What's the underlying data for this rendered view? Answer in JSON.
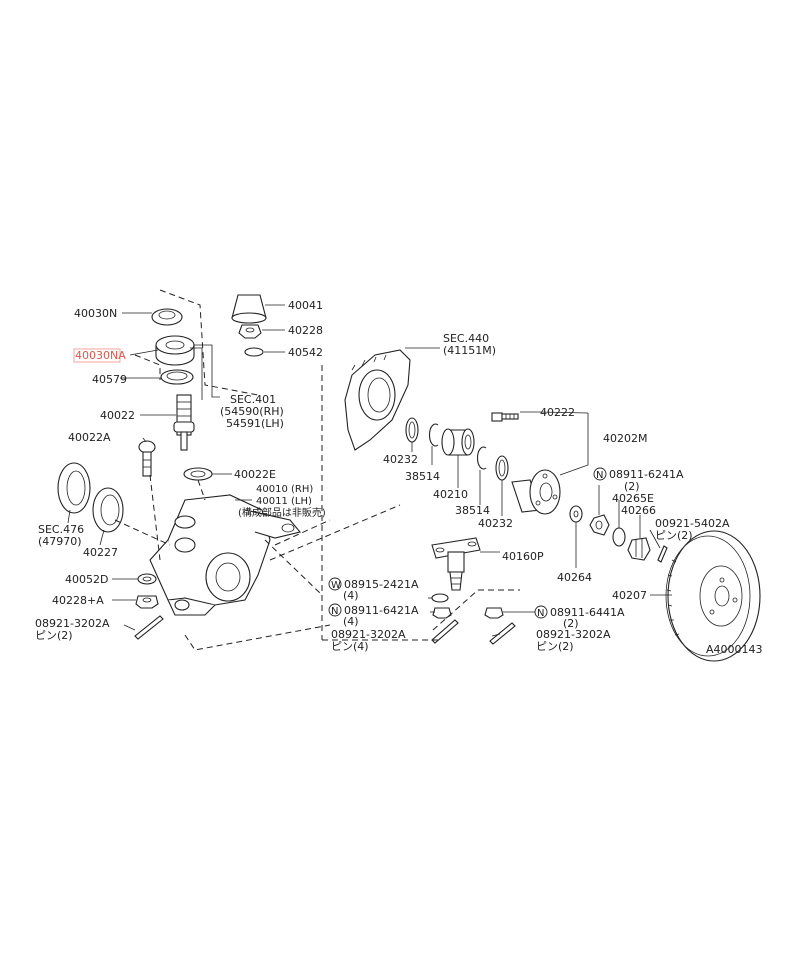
{
  "diagram_id": "A4000143",
  "labels": {
    "p40030N": "40030N",
    "p40030NA": "40030NA",
    "p40579": "40579",
    "sec401": "SEC.401",
    "p54590": "(54590(RH)",
    "p54591": "54591(LH)",
    "p40022": "40022",
    "p40022A": "40022A",
    "p40022E": "40022E",
    "p40010": "40010 (RH)",
    "p40011": "40011 (LH)",
    "note_jp": "(構成部品は非販売)",
    "sec476": "SEC.476",
    "p47970": "(47970)",
    "p40227": "40227",
    "p40052D": "40052D",
    "p40228A": "40228+A",
    "p089213202A_left": "08921-3202A",
    "pin2_left": "ピン(2)",
    "p40041": "40041",
    "p40228": "40228",
    "p40542": "40542",
    "sec440": "SEC.440",
    "p41151M": "(41151M)",
    "p40222": "40222",
    "p40202M": "40202M",
    "p40232_a": "40232",
    "p38514_a": "38514",
    "p40210": "40210",
    "p38514_b": "38514",
    "p40232_b": "40232",
    "p089116241A": "08911-6241A",
    "qty2_a": "(2)",
    "p40265E": "40265E",
    "p40266": "40266",
    "p009215402A": "00921-5402A",
    "pin2_b": "ピン(2)",
    "p40160P": "40160P",
    "p089152421A": "08915-2421A",
    "qty4_a": "(4)",
    "p089116421A": "08911-6421A",
    "qty4_b": "(4)",
    "p089213202A_mid": "08921-3202A",
    "pin4": "ピン(4)",
    "p089116441A": "08911-6441A",
    "qty2_b": "(2)",
    "p089213202A_right": "08921-3202A",
    "pin2_c": "ピン(2)",
    "p40264": "40264",
    "p40207": "40207",
    "circ_W": "W",
    "circ_N1": "N",
    "circ_N2": "N",
    "circ_N3": "N"
  },
  "colors": {
    "line": "#222222",
    "highlight": "#e0554a",
    "highlight_box": "#f3a59e"
  }
}
